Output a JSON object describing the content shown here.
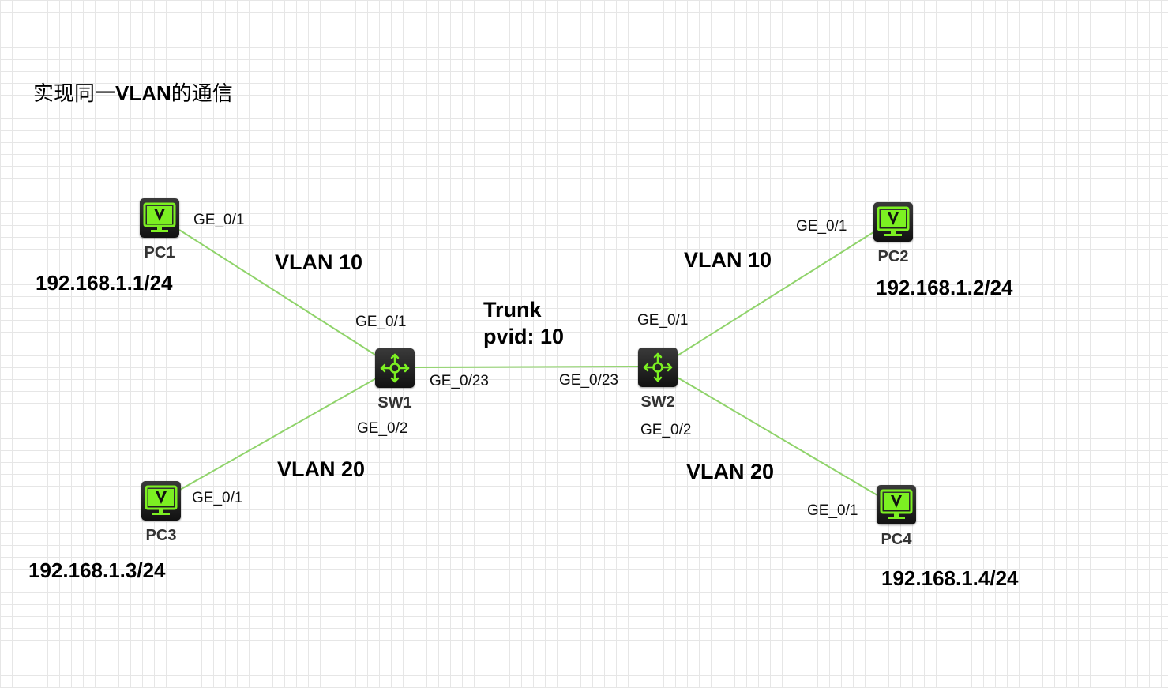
{
  "title": {
    "prefix": "实现同一",
    "highlight": "VLAN",
    "suffix": "的通信"
  },
  "devices": {
    "pc1": {
      "name": "PC1",
      "ip": "192.168.1.1/24",
      "icon": "pc-monitor-icon"
    },
    "pc2": {
      "name": "PC2",
      "ip": "192.168.1.2/24",
      "icon": "pc-monitor-icon"
    },
    "pc3": {
      "name": "PC3",
      "ip": "192.168.1.3/24",
      "icon": "pc-monitor-icon"
    },
    "pc4": {
      "name": "PC4",
      "ip": "192.168.1.4/24",
      "icon": "pc-monitor-icon"
    },
    "sw1": {
      "name": "SW1",
      "icon": "switch-arrows-icon"
    },
    "sw2": {
      "name": "SW2",
      "icon": "switch-arrows-icon"
    }
  },
  "links": {
    "pc1_sw1": {
      "vlan": "VLAN 10",
      "pc_port": "GE_0/1",
      "sw_port": "GE_0/1"
    },
    "pc3_sw1": {
      "vlan": "VLAN 20",
      "pc_port": "GE_0/1",
      "sw_port": "GE_0/2"
    },
    "pc2_sw2": {
      "vlan": "VLAN 10",
      "pc_port": "GE_0/1",
      "sw_port": "GE_0/1"
    },
    "pc4_sw2": {
      "vlan": "VLAN 20",
      "pc_port": "GE_0/1",
      "sw_port": "GE_0/2"
    },
    "sw1_sw2": {
      "line1": "Trunk",
      "line2": "pvid: 10",
      "sw1_port": "GE_0/23",
      "sw2_port": "GE_0/23"
    }
  },
  "colors": {
    "link": "#8fd36a",
    "device_icon": "#7cf022",
    "device_body": "#1a1a1a",
    "grid": "#e6e6e6"
  }
}
